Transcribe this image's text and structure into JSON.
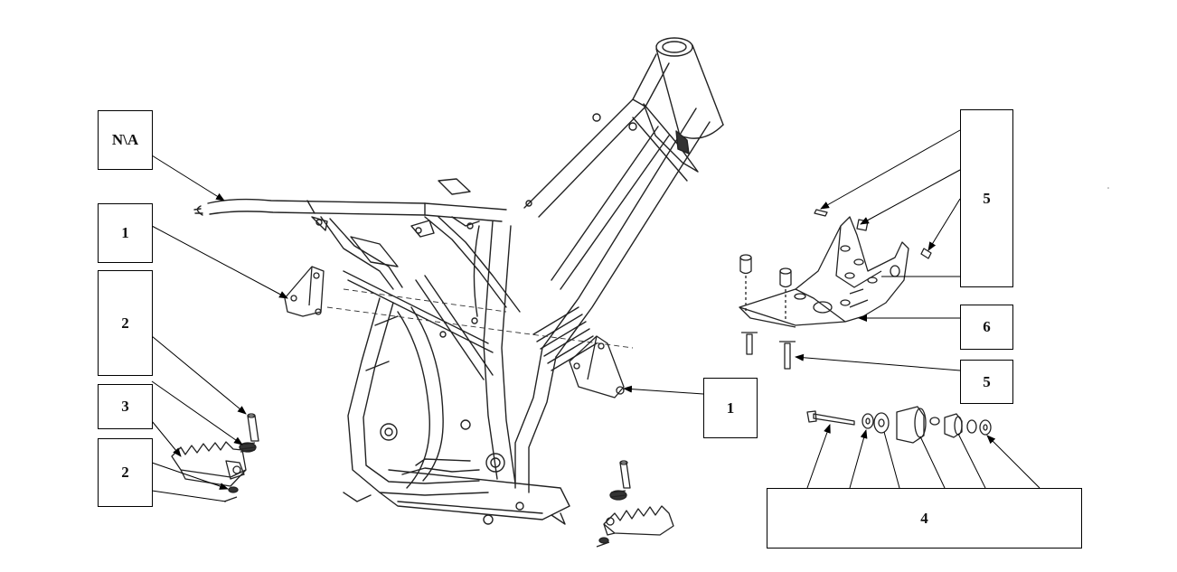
{
  "callouts": {
    "na": "N\\A",
    "frame_bracket_left": "1",
    "footpeg_pin_top": "2",
    "footpeg": "3",
    "footpeg_spring": "2",
    "frame_bracket_right": "1",
    "skid_plate_mounts_top": "5",
    "skid_plate": "6",
    "skid_plate_bolt": "5",
    "swingarm_pivot_kit": "4"
  }
}
